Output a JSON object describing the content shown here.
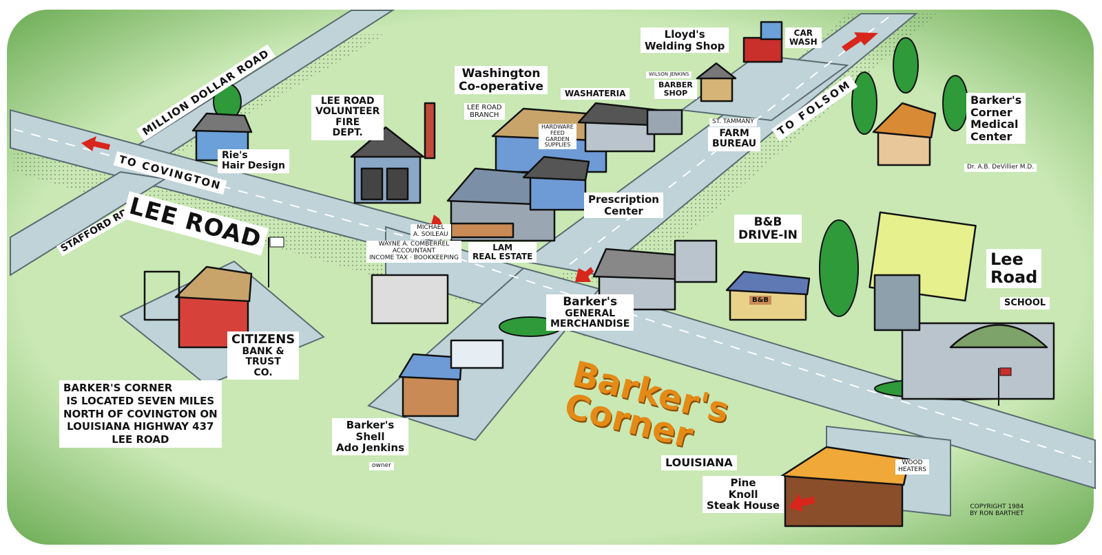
{
  "map": {
    "title_line1": "Barker's",
    "title_line2": "Corner",
    "roads": {
      "million_dollar": "MILLION DOLLAR ROAD",
      "to_covington": "TO COVINGTON",
      "stafford": "STAFFORD RD.",
      "lee_road": "LEE ROAD",
      "to_folsom": "TO FOLSOM"
    },
    "places": {
      "ries": [
        "Rie's",
        "Hair Design"
      ],
      "fire_dept": [
        "LEE ROAD",
        "VOLUNTEER",
        "FIRE",
        "DEPT."
      ],
      "washington_coop": [
        "Washington",
        "Co-operative"
      ],
      "coop_branch": [
        "LEE ROAD",
        "BRANCH"
      ],
      "hardware": [
        "HARDWARE",
        "FEED",
        "GARDEN",
        "SUPPLIES"
      ],
      "washateria": "WASHATERIA",
      "lloyds": [
        "Lloyd's",
        "Welding Shop"
      ],
      "car_wash": [
        "CAR",
        "WASH"
      ],
      "barber_owner": "WILSON JENKINS",
      "barber": [
        "BARBER",
        "SHOP"
      ],
      "farm_bureau_top": "ST. TAMMANY",
      "farm_bureau": [
        "FARM",
        "BUREAU"
      ],
      "medical": [
        "Barker's",
        "Corner",
        "Medical",
        "Center"
      ],
      "medical_doctor": "Dr. A.B. DeVillier M.D.",
      "prescription": [
        "Prescription",
        "Center"
      ],
      "michael": [
        "MICHAEL",
        "A. SOILEAU"
      ],
      "wayne": [
        "WAYNE A. COMBERREL",
        "ACCOUNTANT",
        "INCOME TAX · BOOKKEEPING"
      ],
      "lam": [
        "LAM",
        "REAL ESTATE"
      ],
      "bb": [
        "B&B",
        "DRIVE-IN"
      ],
      "lee_school": [
        "Lee",
        "Road"
      ],
      "lee_school_sub": "SCHOOL",
      "general": [
        "Barker's",
        "GENERAL",
        "MERCHANDISE"
      ],
      "citizens": [
        "CITIZENS",
        "BANK &",
        "TRUST",
        "CO."
      ],
      "shell": [
        "Barker's",
        "Shell",
        "Ado Jenkins"
      ],
      "shell_owner": "owner",
      "louisiana": "LOUISIANA",
      "wood_heaters": [
        "WOOD",
        "HEATERS"
      ],
      "pine_knoll": [
        "Pine",
        "Knoll",
        "Steak House"
      ],
      "sign_bb": "B&B"
    },
    "note": [
      "BARKER'S CORNER",
      "IS LOCATED SEVEN MILES",
      "NORTH OF COVINGTON ON",
      "LOUISIANA HIGHWAY 437",
      "LEE ROAD"
    ],
    "copyright": [
      "COPYRIGHT 1984",
      "BY RON BARTHET"
    ],
    "colors": {
      "grass": "#c9e8b4",
      "border": "#5e9a4e",
      "road": "#bfd3d9",
      "title": "#e48a16",
      "arrow": "#d8261c"
    }
  }
}
